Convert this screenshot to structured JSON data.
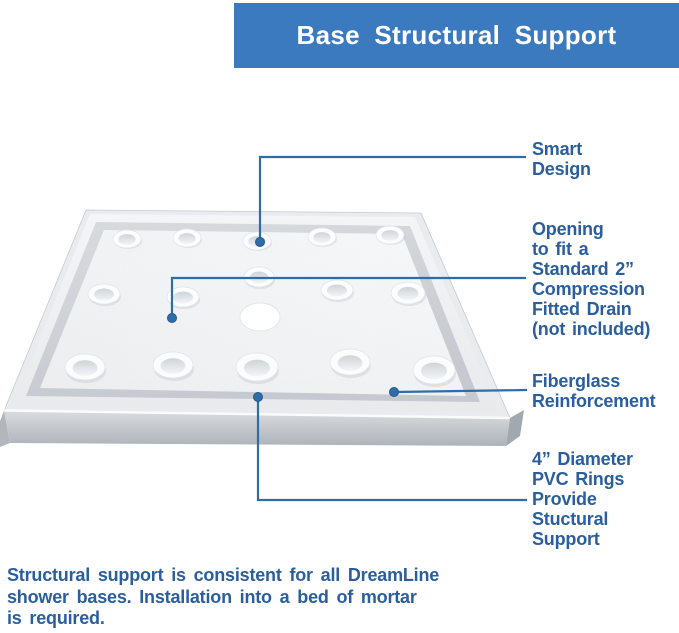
{
  "banner": {
    "title": "Base Structural Support"
  },
  "callouts": [
    {
      "name": "smart-design",
      "label": "Smart\nDesign"
    },
    {
      "name": "drain-opening",
      "label": "Opening\nto fit a\nStandard 2”\nCompression\nFitted Drain\n(not included)"
    },
    {
      "name": "fiberglass-reinforcement",
      "label": "Fiberglass\nReinforcement"
    },
    {
      "name": "pvc-rings",
      "label": "4” Diameter\nPVC Rings\nProvide\nStuctural\nSupport"
    }
  ],
  "footer": {
    "text": "Structural support is consistent for all DreamLine\nshower bases. Installation into a bed of mortar\nis required."
  },
  "diagram": {
    "subject": "shower-base-3d-render",
    "rings_visible": 15,
    "drain_opening_visible": true
  },
  "colors": {
    "banner_bg": "#3B7ABE",
    "banner_text": "#FFFFFF",
    "label_text": "#2A5E9E",
    "callout_line": "#2E6DA8"
  }
}
